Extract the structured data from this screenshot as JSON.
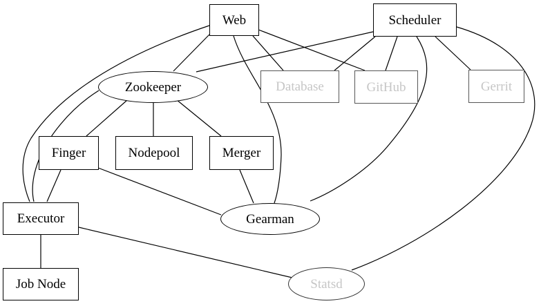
{
  "diagram": {
    "nodes": {
      "web": {
        "label": "Web",
        "shape": "box",
        "muted": false
      },
      "scheduler": {
        "label": "Scheduler",
        "shape": "box",
        "muted": false
      },
      "zookeeper": {
        "label": "Zookeeper",
        "shape": "ellipse",
        "muted": false
      },
      "database": {
        "label": "Database",
        "shape": "box",
        "muted": true
      },
      "github": {
        "label": "GitHub",
        "shape": "box",
        "muted": true
      },
      "gerrit": {
        "label": "Gerrit",
        "shape": "box",
        "muted": true
      },
      "finger": {
        "label": "Finger",
        "shape": "box",
        "muted": false
      },
      "nodepool": {
        "label": "Nodepool",
        "shape": "box",
        "muted": false
      },
      "merger": {
        "label": "Merger",
        "shape": "box",
        "muted": false
      },
      "executor": {
        "label": "Executor",
        "shape": "box",
        "muted": false
      },
      "gearman": {
        "label": "Gearman",
        "shape": "ellipse",
        "muted": false
      },
      "job_node": {
        "label": "Job Node",
        "shape": "box",
        "muted": false
      },
      "statsd": {
        "label": "Statsd",
        "shape": "ellipse",
        "muted": true,
        "muted_text_only": true
      }
    },
    "edges": [
      [
        "web",
        "zookeeper"
      ],
      [
        "web",
        "database"
      ],
      [
        "web",
        "github"
      ],
      [
        "web",
        "gearman"
      ],
      [
        "web",
        "executor"
      ],
      [
        "scheduler",
        "zookeeper"
      ],
      [
        "scheduler",
        "database"
      ],
      [
        "scheduler",
        "github"
      ],
      [
        "scheduler",
        "gerrit"
      ],
      [
        "scheduler",
        "gearman"
      ],
      [
        "scheduler",
        "statsd"
      ],
      [
        "zookeeper",
        "finger"
      ],
      [
        "zookeeper",
        "nodepool"
      ],
      [
        "zookeeper",
        "merger"
      ],
      [
        "zookeeper",
        "executor"
      ],
      [
        "finger",
        "executor"
      ],
      [
        "finger",
        "gearman"
      ],
      [
        "merger",
        "gearman"
      ],
      [
        "executor",
        "job_node"
      ],
      [
        "executor",
        "statsd"
      ]
    ],
    "colors": {
      "background": "#ffffff",
      "edge": "#000000",
      "node_border": "#000000",
      "node_text": "#000000",
      "muted_border": "#565656",
      "muted_text": "#c6c6c6"
    }
  }
}
